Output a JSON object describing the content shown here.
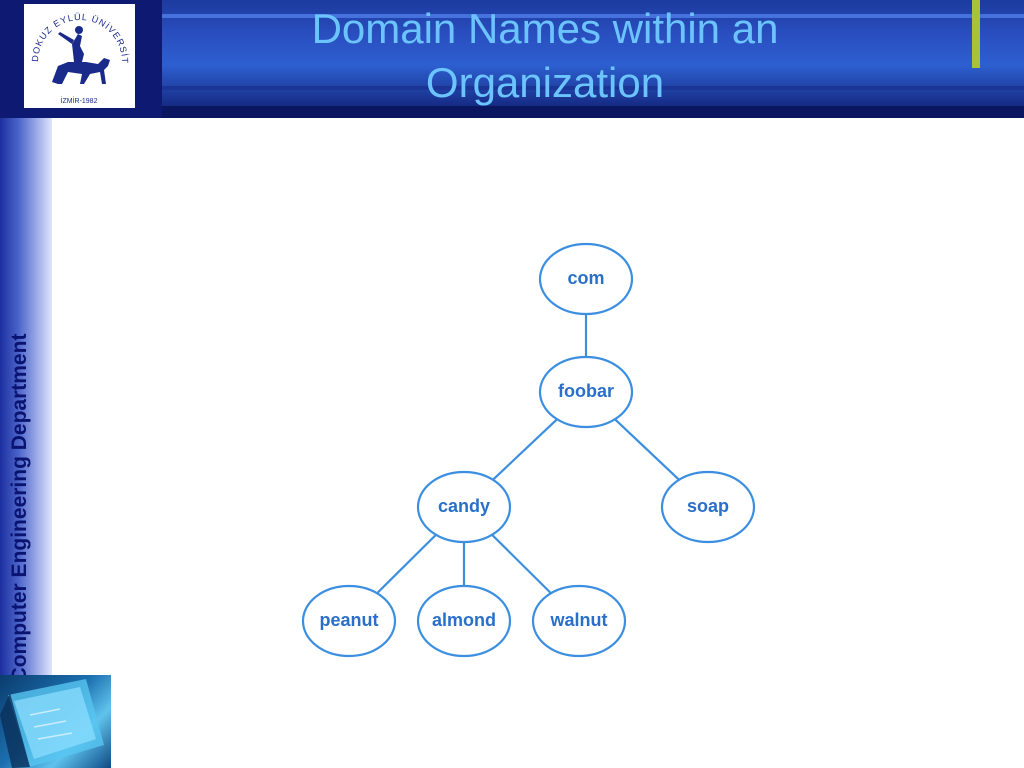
{
  "slide": {
    "title_line1": "Domain Names within an",
    "title_line2": "Organization",
    "sidebar_label": "Computer Engineering Department"
  },
  "logo": {
    "text": "DOKUZ EYLÜL ÜNİVERSİTESİ",
    "subtext": "İZMİR-1982"
  },
  "colors": {
    "header": "#2d5fd0",
    "title": "#6cc4ff",
    "accent": "#a9c23a",
    "node_stroke": "#3b8ee0",
    "node_text": "#2a6fc9"
  },
  "tree": {
    "nodes": [
      {
        "id": "com",
        "label": "com"
      },
      {
        "id": "foobar",
        "label": "foobar"
      },
      {
        "id": "candy",
        "label": "candy"
      },
      {
        "id": "soap",
        "label": "soap"
      },
      {
        "id": "peanut",
        "label": "peanut"
      },
      {
        "id": "almond",
        "label": "almond"
      },
      {
        "id": "walnut",
        "label": "walnut"
      }
    ],
    "edges": [
      [
        "com",
        "foobar"
      ],
      [
        "foobar",
        "candy"
      ],
      [
        "foobar",
        "soap"
      ],
      [
        "candy",
        "peanut"
      ],
      [
        "candy",
        "almond"
      ],
      [
        "candy",
        "walnut"
      ]
    ]
  }
}
